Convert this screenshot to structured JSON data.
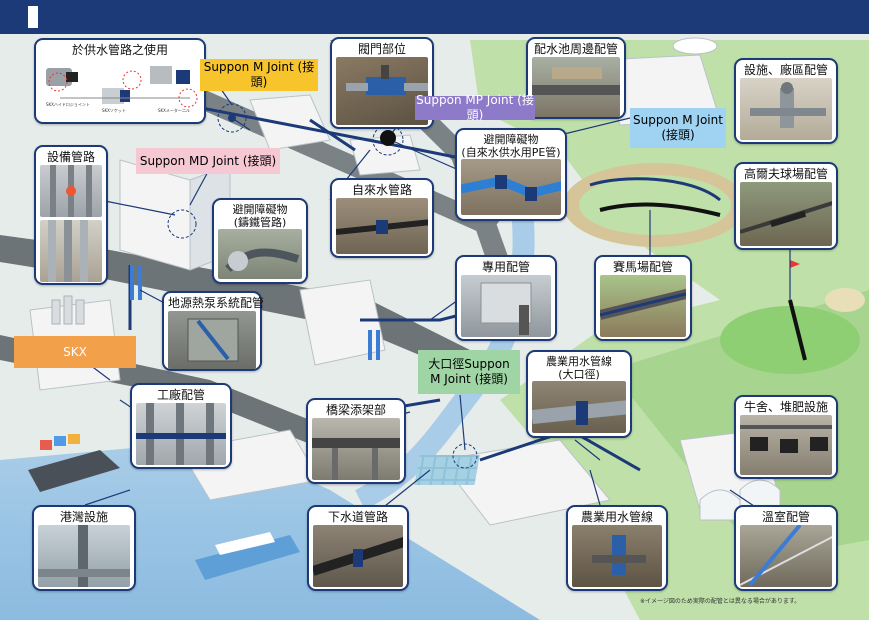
{
  "header": {
    "title": ""
  },
  "cards": {
    "water_supply": "於供水管路之使用",
    "water_supply_parts": [
      "SKXハイドロジョイント",
      "SKXソケット",
      "SKXメーター二ル"
    ],
    "valve": "閥門部位",
    "reservoir": "配水池周邊配管",
    "facility": "設施、廠區配管",
    "equipment": "設備管路",
    "avoid_pe_1": "避開障礙物",
    "avoid_pe_2": "(自來水供水用PE管)",
    "tap_water": "自來水管路",
    "avoid_cast_1": "避開障礙物",
    "avoid_cast_2": "(鑄鐵管路)",
    "golf": "高爾夫球場配管",
    "dedicated": "專用配管",
    "racecourse": "賽馬場配管",
    "geothermal": "地源熱泵系統配管",
    "agri_large_1": "農業用水管線",
    "agri_large_2": "(大口徑)",
    "factory": "工廠配管",
    "bridge": "橋梁添架部",
    "cattle": "牛舍、堆肥設施",
    "port": "港灣設施",
    "sewer": "下水道管路",
    "agri": "農業用水管線",
    "greenhouse": "溫室配管"
  },
  "tags": {
    "m_joint": "Suppon M Joint (接頭)",
    "mp_joint": "Suppon MP Joint (接頭)",
    "md_joint": "Suppon MD Joint (接頭)",
    "m_joint_2": "Suppon M Joint (接頭)",
    "skx": "SKX",
    "large_m_joint": "大口徑Suppon M Joint (接頭)"
  },
  "footnote": "※イメージ図のため実際の配管とは異なる場合があります。",
  "colors": {
    "header": "#1d3a78",
    "tag_yellow": "#f7c42c",
    "tag_purple": "#8d7ac9",
    "tag_pink": "#f6c8d4",
    "tag_blue": "#9fd3f1",
    "tag_orange": "#f3a04b",
    "tag_green": "#9fd5a4",
    "pipe": "#1d3a78",
    "road": "#6d7478",
    "water": "#9fc7e6"
  }
}
